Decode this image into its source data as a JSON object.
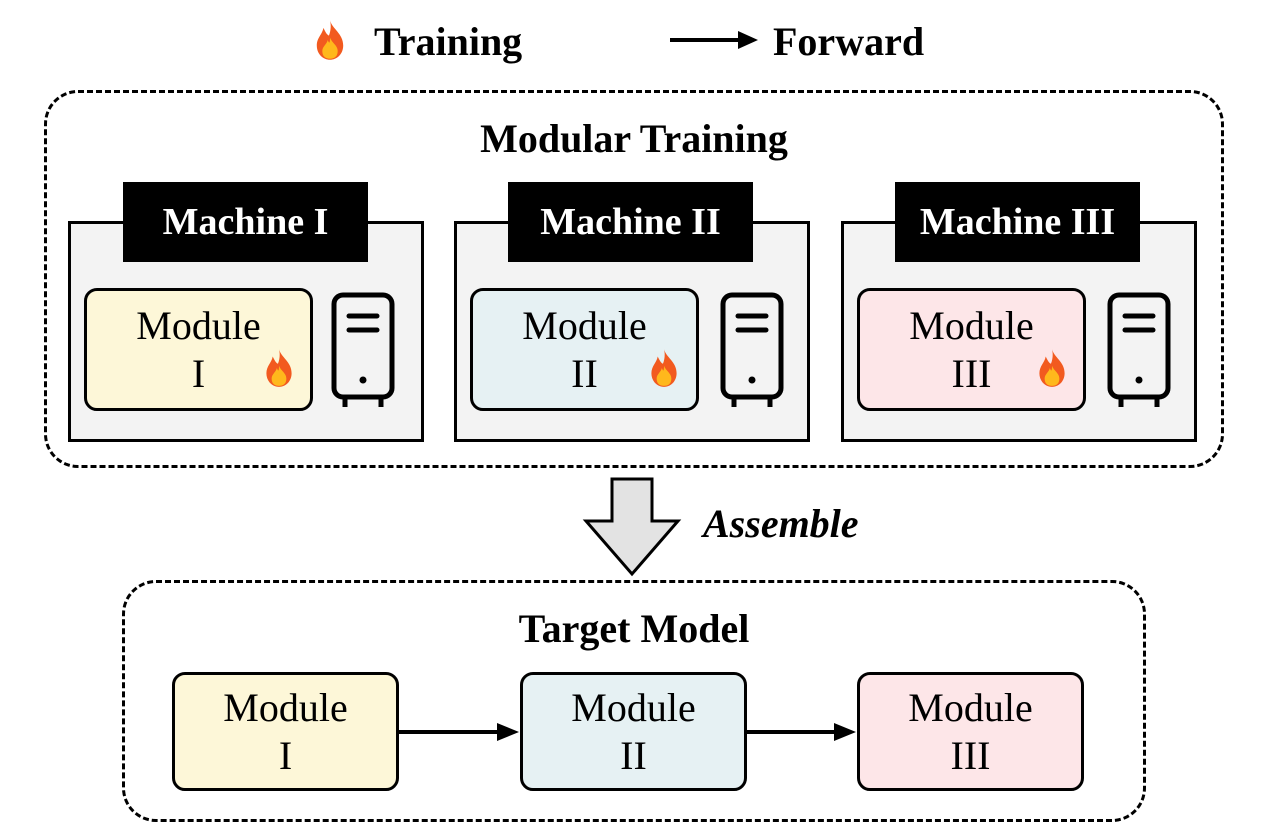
{
  "legend": {
    "training_icon": "flame-icon",
    "training_label": "Training",
    "forward_icon": "arrow-right-icon",
    "forward_label": "Forward"
  },
  "modular_training": {
    "title": "Modular Training",
    "machines": [
      {
        "label": "Machine I",
        "module_line1": "Module",
        "module_line2": "I",
        "module_color": "#fdf7d8"
      },
      {
        "label": "Machine II",
        "module_line1": "Module",
        "module_line2": "II",
        "module_color": "#e6f1f3"
      },
      {
        "label": "Machine III",
        "module_line1": "Module",
        "module_line2": "III",
        "module_color": "#fde6e8"
      }
    ]
  },
  "assemble_label": "Assemble",
  "target_model": {
    "title": "Target Model",
    "modules": [
      {
        "line1": "Module",
        "line2": "I",
        "color": "#fdf7d8"
      },
      {
        "line1": "Module",
        "line2": "II",
        "color": "#e6f1f3"
      },
      {
        "line1": "Module",
        "line2": "III",
        "color": "#fde6e8"
      }
    ]
  },
  "colors": {
    "machine_bg": "#f3f3f3",
    "label_bg": "#000000",
    "arrow_fill": "#e3e3e3",
    "flame_outer": "#f25a1f",
    "flame_inner": "#ffb81c"
  }
}
